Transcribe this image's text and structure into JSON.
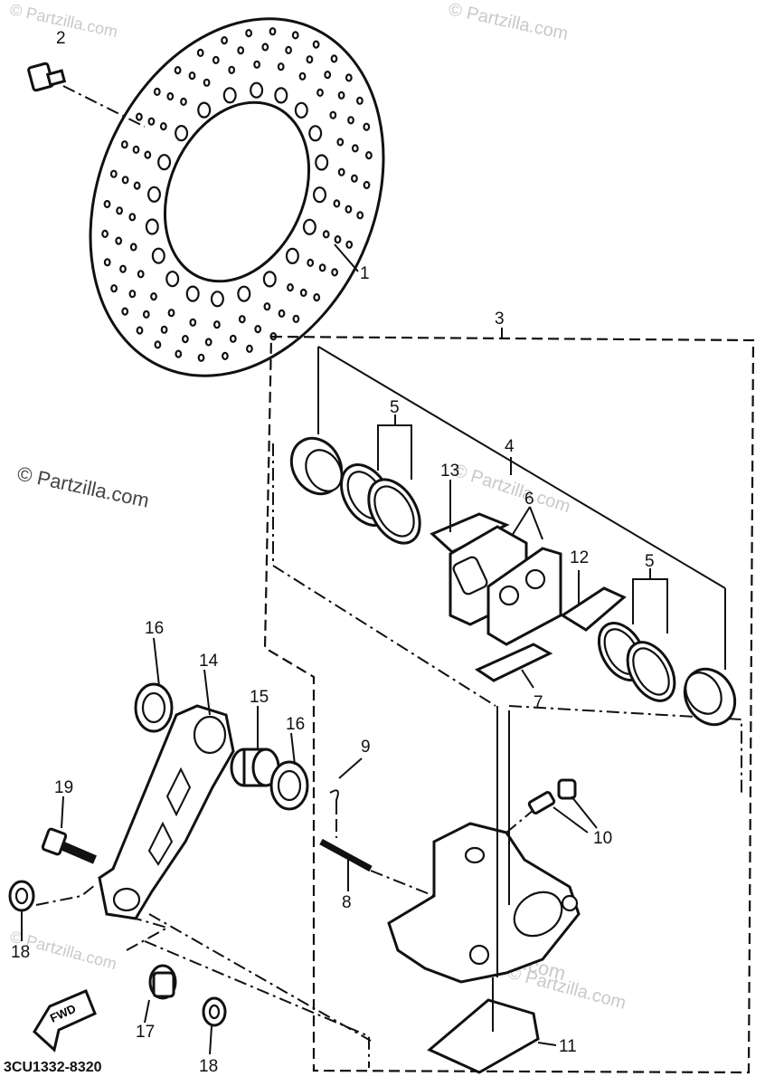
{
  "watermarks": {
    "top_left": "© Partzilla.com",
    "top_right": "© Partzilla.com",
    "mid_left": "© Partzilla.com",
    "center": "© Partzilla.com",
    "bottom_center": "© Partzilla.com",
    "bottom_right": "© Partzilla.com",
    "bottom_left": "© Partzilla.com"
  },
  "callouts": {
    "c1": "1",
    "c2": "2",
    "c3": "3",
    "c4": "4",
    "c5a": "5",
    "c5b": "5",
    "c6": "6",
    "c7": "7",
    "c8": "8",
    "c9": "9",
    "c10": "10",
    "c11": "11",
    "c12": "12",
    "c13": "13",
    "c14": "14",
    "c15": "15",
    "c16a": "16",
    "c16b": "16",
    "c17": "17",
    "c18a": "18",
    "c18b": "18",
    "c19": "19"
  },
  "direction_arrow": "FWD",
  "diagram_code": "3CU1332-8320"
}
